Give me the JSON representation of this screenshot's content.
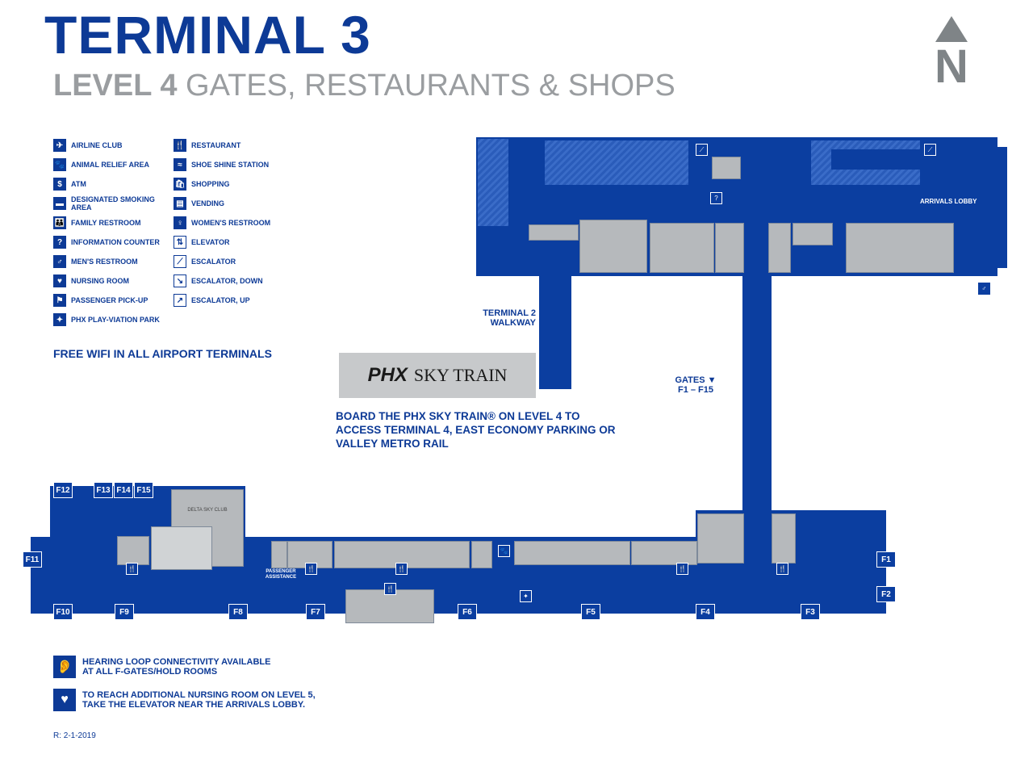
{
  "header": {
    "title": "TERMINAL 3",
    "subtitle_bold": "LEVEL 4",
    "subtitle_rest": " GATES, RESTAURANTS & SHOPS",
    "north": "N"
  },
  "legend": {
    "col1": [
      {
        "icon": "airline-club-icon",
        "glyph": "✈",
        "label": "AIRLINE CLUB"
      },
      {
        "icon": "paw-icon",
        "glyph": "🐾",
        "label": "ANIMAL RELIEF AREA"
      },
      {
        "icon": "atm-icon",
        "glyph": "$",
        "label": "ATM"
      },
      {
        "icon": "smoking-icon",
        "glyph": "▬",
        "label": "DESIGNATED SMOKING AREA"
      },
      {
        "icon": "family-restroom-icon",
        "glyph": "👪",
        "label": "FAMILY RESTROOM"
      },
      {
        "icon": "info-icon",
        "glyph": "?",
        "label": "INFORMATION COUNTER"
      },
      {
        "icon": "mens-restroom-icon",
        "glyph": "♂",
        "label": "MEN'S RESTROOM"
      },
      {
        "icon": "nursing-room-icon",
        "glyph": "♥",
        "label": "NURSING ROOM"
      },
      {
        "icon": "passenger-pickup-icon",
        "glyph": "⚑",
        "label": "PASSENGER PICK-UP"
      },
      {
        "icon": "playground-icon",
        "glyph": "✦",
        "label": "PHX PLAY-VIATION PARK"
      }
    ],
    "col2": [
      {
        "icon": "restaurant-icon",
        "glyph": "🍴",
        "label": "RESTAURANT"
      },
      {
        "icon": "shoe-shine-icon",
        "glyph": "≈",
        "label": "SHOE SHINE STATION"
      },
      {
        "icon": "shopping-icon",
        "glyph": "🛍",
        "label": "SHOPPING"
      },
      {
        "icon": "vending-icon",
        "glyph": "▤",
        "label": "VENDING"
      },
      {
        "icon": "womens-restroom-icon",
        "glyph": "♀",
        "label": "WOMEN'S RESTROOM"
      },
      {
        "icon": "elevator-icon",
        "glyph": "⇅",
        "label": "ELEVATOR"
      },
      {
        "icon": "escalator-icon",
        "glyph": "⟋",
        "label": "ESCALATOR"
      },
      {
        "icon": "escalator-down-icon",
        "glyph": "↘",
        "label": "ESCALATOR, DOWN"
      },
      {
        "icon": "escalator-up-icon",
        "glyph": "↗",
        "label": "ESCALATOR, UP"
      }
    ]
  },
  "wifi": "FREE WIFI IN ALL AIRPORT TERMINALS",
  "skytrain": {
    "logo_phx": "PHX",
    "logo_text": "SKY TRAIN",
    "notice": "BOARD THE PHX SKY TRAIN® ON LEVEL 4 TO ACCESS TERMINAL 4, EAST ECONOMY PARKING OR VALLEY METRO RAIL"
  },
  "map": {
    "walkway": "TERMINAL 2 WALKWAY",
    "gates_sign": "GATES ▼ F1 – F15",
    "arrivals": "ARRIVALS LOBBY",
    "delta": "DELTA SKY CLUB",
    "passenger_assist": "PASSENGER ASSISTANCE",
    "gates": [
      "F1",
      "F2",
      "F3",
      "F4",
      "F5",
      "F6",
      "F7",
      "F8",
      "F9",
      "F10",
      "F11",
      "F12",
      "F13",
      "F14",
      "F15"
    ]
  },
  "footer": {
    "hearing": "HEARING LOOP CONNECTIVITY AVAILABLE AT ALL F-GATES/HOLD ROOMS",
    "nursing": "TO REACH ADDITIONAL NURSING ROOM ON LEVEL 5, TAKE THE ELEVATOR NEAR THE ARRIVALS LOBBY.",
    "revision": "R: 2-1-2019"
  }
}
